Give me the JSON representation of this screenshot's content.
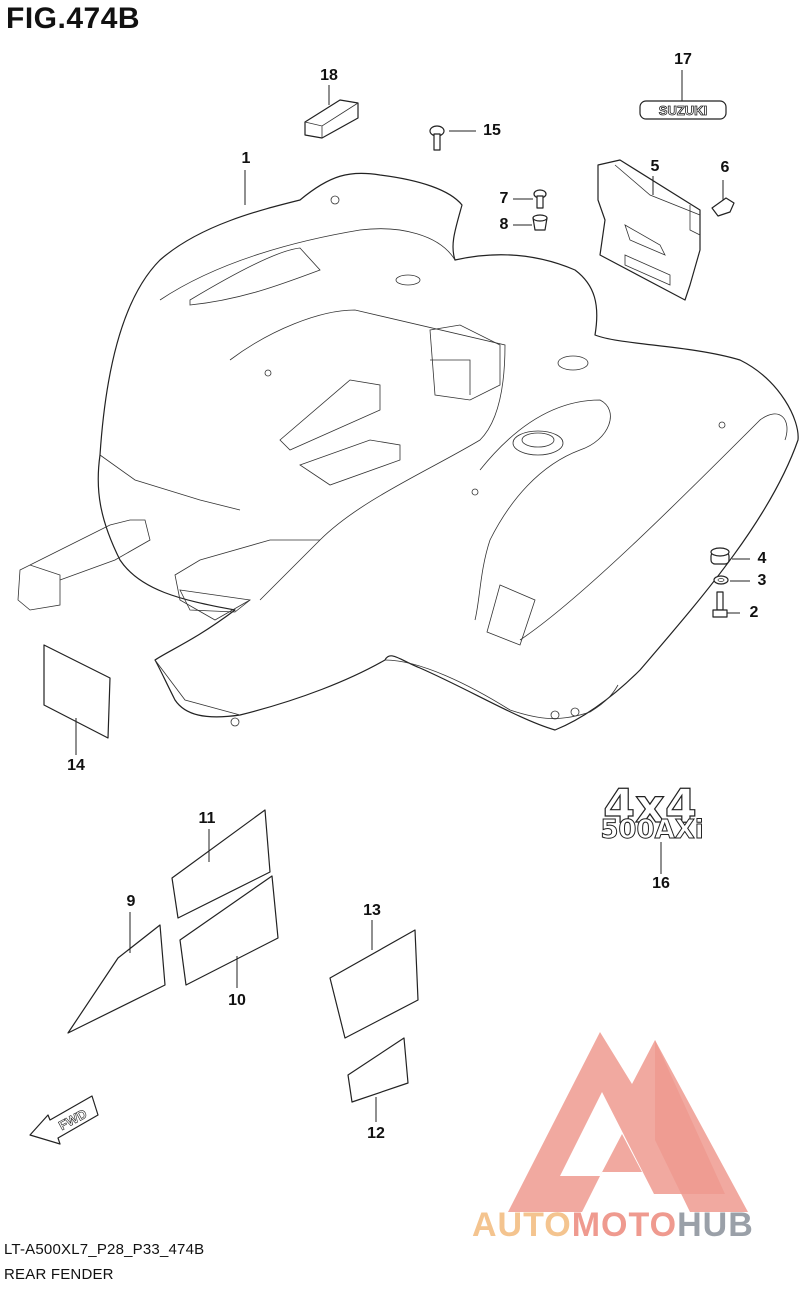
{
  "figure": {
    "title": "FIG.474B",
    "code": "LT-A500XL7_P28_P33_474B",
    "name": "REAR FENDER"
  },
  "callouts": [
    "1",
    "2",
    "3",
    "4",
    "5",
    "6",
    "7",
    "8",
    "9",
    "10",
    "11",
    "12",
    "13",
    "14",
    "15",
    "16",
    "17",
    "18"
  ],
  "decals": {
    "brand": "SUZUKI",
    "model_top": "4x4",
    "model_bottom": "500AXi",
    "direction": "FWD"
  },
  "watermark": {
    "part1": "AUTO",
    "part2": "MOTO",
    "part3": "HUB",
    "colors": {
      "auto": "#f4c48f",
      "moto": "#ef9a8f",
      "hub": "#9aa0a8",
      "logo": "#ef9a8f"
    }
  }
}
